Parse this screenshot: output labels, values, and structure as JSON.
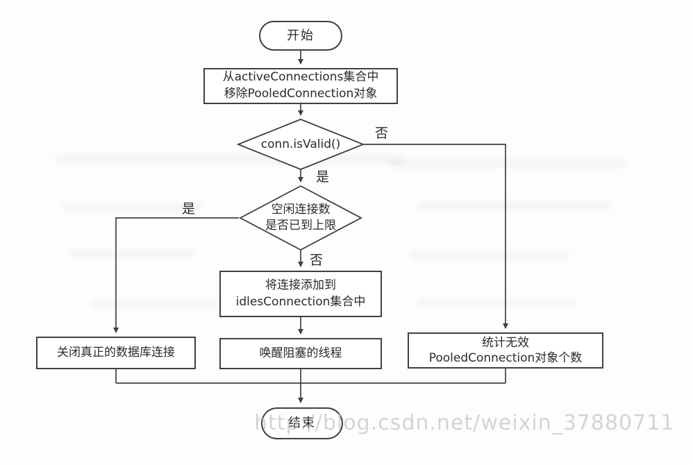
{
  "watermark": "http://blog.csdn.net/weixin_37880711",
  "flowchart": {
    "nodes": {
      "start": {
        "label": "开始"
      },
      "remove_from_active": {
        "line1": "从activeConnections集合中",
        "line2": "移除PooledConnection对象"
      },
      "conn_is_valid": {
        "label": "conn.isValid()"
      },
      "idle_limit": {
        "line1": "空闲连接数",
        "line2": "是否已到上限"
      },
      "add_to_idles": {
        "line1": "将连接添加到",
        "line2": "idlesConnection集合中"
      },
      "close_real_conn": {
        "label": "关闭真正的数据库连接"
      },
      "wake_threads": {
        "label": "唤醒阻塞的线程"
      },
      "count_invalid": {
        "line1": "统计无效",
        "line2": "PooledConnection对象个数"
      },
      "end": {
        "label": "结束"
      }
    },
    "edge_labels": {
      "valid_no": "否",
      "valid_yes": "是",
      "limit_yes": "是",
      "limit_no": "否"
    },
    "colors": {
      "stroke": "#3f3f3f",
      "text": "#2a2a2a",
      "watermark": "#bebebe"
    }
  }
}
